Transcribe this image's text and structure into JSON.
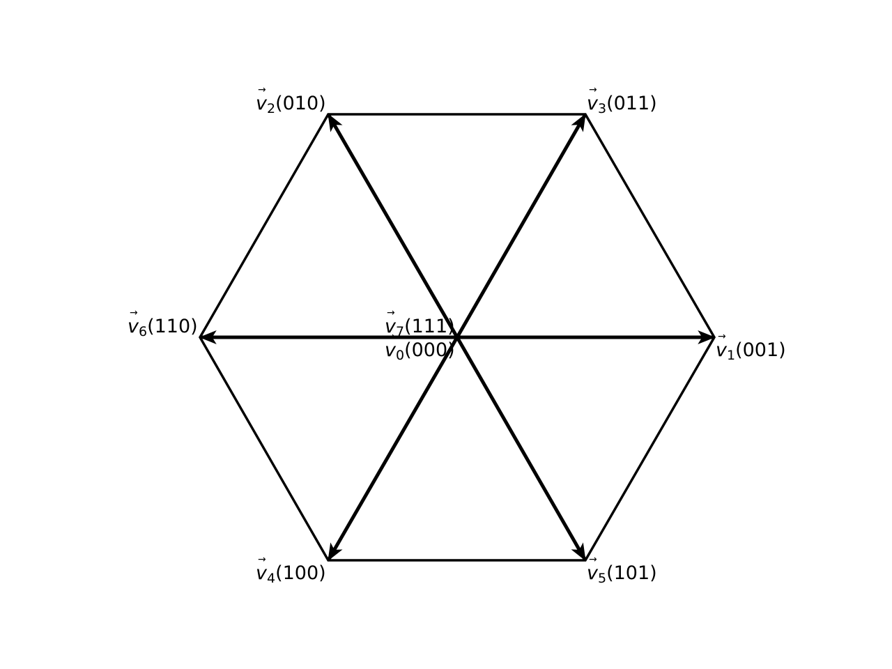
{
  "colors": {
    "stroke": "#000000",
    "background": "#ffffff"
  },
  "vectors": [
    {
      "id": "v0",
      "symbol": "v",
      "subscript": "0",
      "code": "(000)"
    },
    {
      "id": "v1",
      "symbol": "v",
      "subscript": "1",
      "code": "(001)"
    },
    {
      "id": "v2",
      "symbol": "v",
      "subscript": "2",
      "code": "(010)"
    },
    {
      "id": "v3",
      "symbol": "v",
      "subscript": "3",
      "code": "(011)"
    },
    {
      "id": "v4",
      "symbol": "v",
      "subscript": "4",
      "code": "(100)"
    },
    {
      "id": "v5",
      "symbol": "v",
      "subscript": "5",
      "code": "(101)"
    },
    {
      "id": "v6",
      "symbol": "v",
      "subscript": "6",
      "code": "(110)"
    },
    {
      "id": "v7",
      "symbol": "v",
      "subscript": "7",
      "code": "(111)"
    }
  ],
  "vector_accent": "→"
}
